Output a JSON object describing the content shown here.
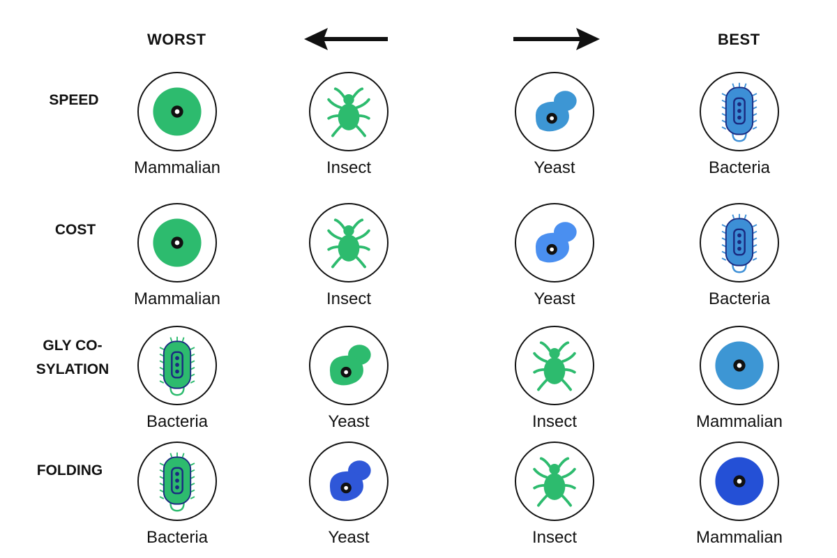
{
  "header": {
    "worst_label": "WORST",
    "best_label": "BEST",
    "left_arrow_icon": "arrow-left-icon",
    "right_arrow_icon": "arrow-right-icon"
  },
  "rows": [
    {
      "label": "SPEED",
      "cells": [
        {
          "organism": "Mammalian",
          "icon": "mammalian-cell-icon",
          "color": "#2dbb6e"
        },
        {
          "organism": "Insect",
          "icon": "insect-icon",
          "color": "#2dbb6e"
        },
        {
          "organism": "Yeast",
          "icon": "yeast-cell-icon",
          "color": "#3d96d4"
        },
        {
          "organism": "Bacteria",
          "icon": "bacteria-icon",
          "color": "#3d8fd6"
        }
      ]
    },
    {
      "label": "COST",
      "cells": [
        {
          "organism": "Mammalian",
          "icon": "mammalian-cell-icon",
          "color": "#2dbb6e"
        },
        {
          "organism": "Insect",
          "icon": "insect-icon",
          "color": "#2dbb6e"
        },
        {
          "organism": "Yeast",
          "icon": "yeast-cell-icon",
          "color": "#4a8ff0"
        },
        {
          "organism": "Bacteria",
          "icon": "bacteria-icon",
          "color": "#3d8fd6"
        }
      ]
    },
    {
      "label": "GLY CO-\nSYLATION",
      "cells": [
        {
          "organism": "Bacteria",
          "icon": "bacteria-icon",
          "color": "#2dbb6e"
        },
        {
          "organism": "Yeast",
          "icon": "yeast-cell-icon",
          "color": "#2dbb6e"
        },
        {
          "organism": "Insect",
          "icon": "insect-icon",
          "color": "#2dbb6e"
        },
        {
          "organism": "Mammalian",
          "icon": "mammalian-cell-icon",
          "color": "#3d96d4"
        }
      ]
    },
    {
      "label": "FOLDING",
      "cells": [
        {
          "organism": "Bacteria",
          "icon": "bacteria-icon",
          "color": "#2dbb6e"
        },
        {
          "organism": "Yeast",
          "icon": "yeast-cell-icon",
          "color": "#2f57d8"
        },
        {
          "organism": "Insect",
          "icon": "insect-icon",
          "color": "#2dbb6e"
        },
        {
          "organism": "Mammalian",
          "icon": "mammalian-cell-icon",
          "color": "#2450d6"
        }
      ]
    }
  ]
}
